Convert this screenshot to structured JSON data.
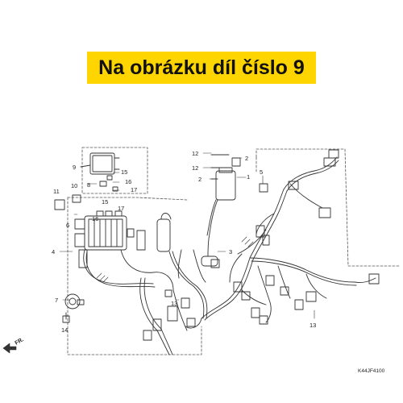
{
  "banner": {
    "text": "Na obrázku díl číslo 9",
    "bg_color": "#ffd500"
  },
  "diagram": {
    "code": "K44JF4100",
    "direction_label": "FR.",
    "callouts": [
      "1",
      "2",
      "2",
      "3",
      "4",
      "5",
      "6",
      "7",
      "8",
      "9",
      "10",
      "11",
      "12",
      "12",
      "13",
      "13",
      "14",
      "15",
      "15",
      "16",
      "16",
      "17",
      "17"
    ]
  }
}
